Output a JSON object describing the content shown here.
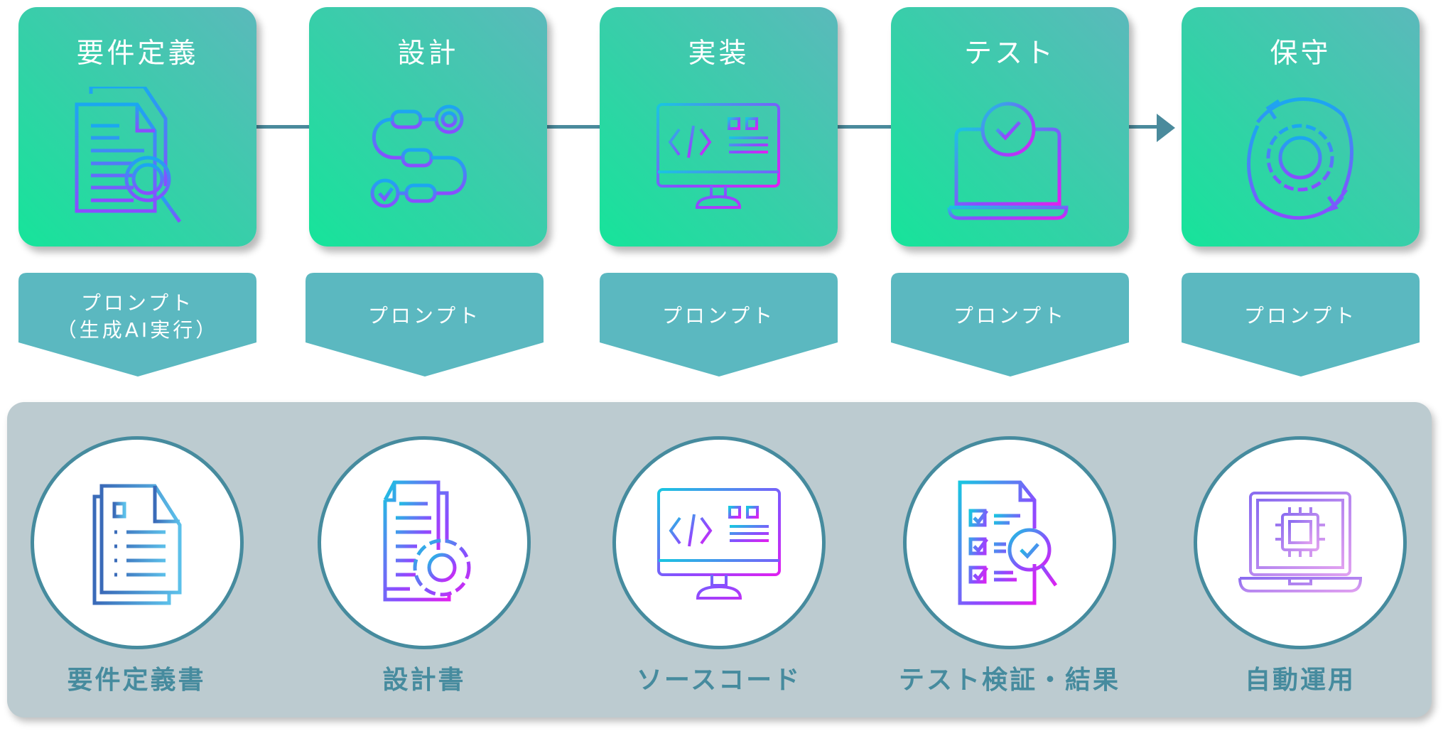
{
  "phases": [
    {
      "title": "要件定義",
      "icon": "document-search-icon",
      "prompt": [
        "プロンプト",
        "（生成AI実行）"
      ]
    },
    {
      "title": "設計",
      "icon": "workflow-gear-icon",
      "prompt": [
        "プロンプト"
      ]
    },
    {
      "title": "実装",
      "icon": "code-monitor-icon",
      "prompt": [
        "プロンプト"
      ]
    },
    {
      "title": "テスト",
      "icon": "laptop-check-icon",
      "prompt": [
        "プロンプト"
      ]
    },
    {
      "title": "保守",
      "icon": "gear-cycle-icon",
      "prompt": [
        "プロンプト"
      ]
    }
  ],
  "outputs": [
    {
      "label": "要件定義書",
      "icon": "documents-icon"
    },
    {
      "label": "設計書",
      "icon": "document-gear-icon"
    },
    {
      "label": "ソースコード",
      "icon": "code-monitor-icon"
    },
    {
      "label": "テスト検証・結果",
      "icon": "checklist-search-icon"
    },
    {
      "label": "自動運用",
      "icon": "laptop-chip-icon"
    }
  ],
  "colors": {
    "phase_start": "#16e49a",
    "phase_end": "#5bb9bb",
    "prompt": "#5bb8c0",
    "panel": "#bccbd0",
    "accent": "#468b9e"
  }
}
